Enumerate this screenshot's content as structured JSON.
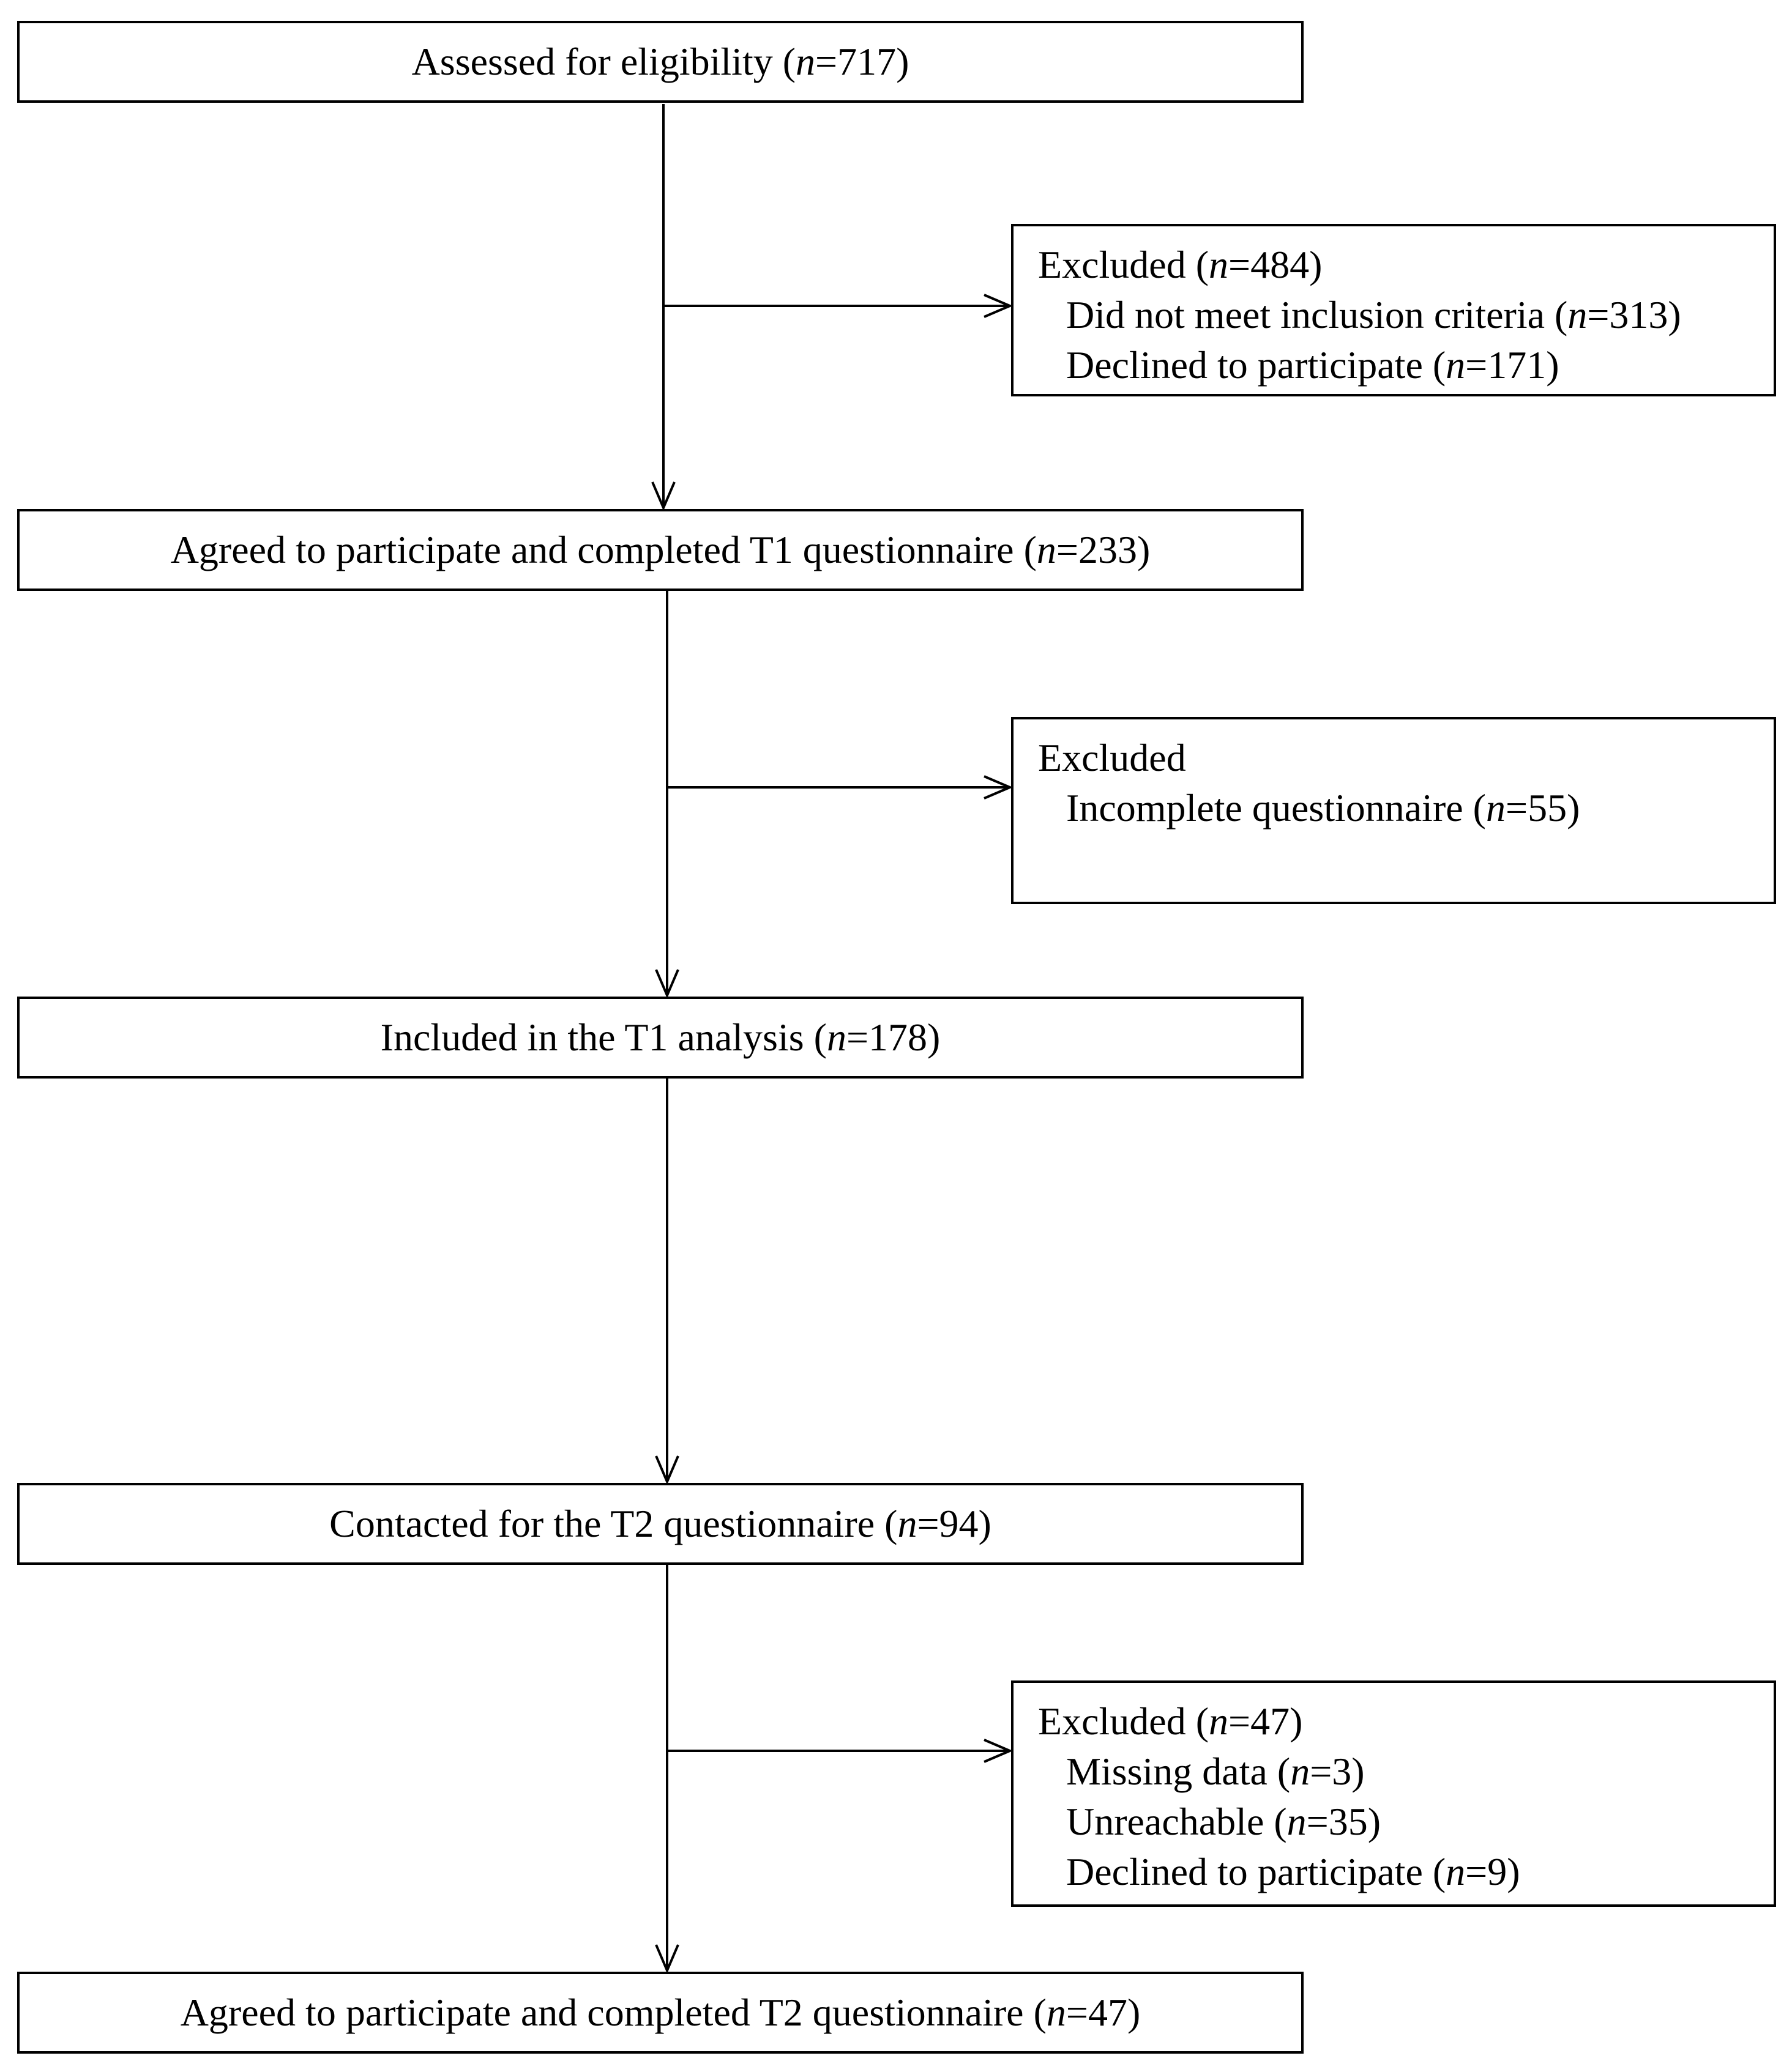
{
  "flowchart": {
    "steps": [
      {
        "label": "Assessed for eligibility (",
        "n": "n",
        "value": "=717)"
      },
      {
        "label": "Agreed to participate and completed T1 questionnaire (",
        "n": "n",
        "value": "=233)"
      },
      {
        "label": "Included in the T1 analysis (",
        "n": "n",
        "value": "=178)"
      },
      {
        "label": "Contacted for the T2 questionnaire (",
        "n": "n",
        "value": "=94)"
      },
      {
        "label": "Agreed to participate and completed T2 questionnaire (",
        "n": "n",
        "value": "=47)"
      }
    ],
    "exclusions": [
      {
        "heading": {
          "label": "Excluded (",
          "n": "n",
          "value": "=484)"
        },
        "items": [
          {
            "label": "Did not meet inclusion criteria (",
            "n": "n",
            "value": "=313)"
          },
          {
            "label": "Declined to participate (",
            "n": "n",
            "value": "=171)"
          }
        ]
      },
      {
        "heading": {
          "label": "Excluded",
          "n": "",
          "value": ""
        },
        "items": [
          {
            "label": "Incomplete questionnaire (",
            "n": "n",
            "value": "=55)"
          }
        ]
      },
      {
        "heading": {
          "label": "Excluded (",
          "n": "n",
          "value": "=47)"
        },
        "items": [
          {
            "label": "Missing data (",
            "n": "n",
            "value": "=3)"
          },
          {
            "label": "Unreachable (",
            "n": "n",
            "value": "=35)"
          },
          {
            "label": "Declined to participate (",
            "n": "n",
            "value": "=9)"
          }
        ]
      }
    ]
  }
}
